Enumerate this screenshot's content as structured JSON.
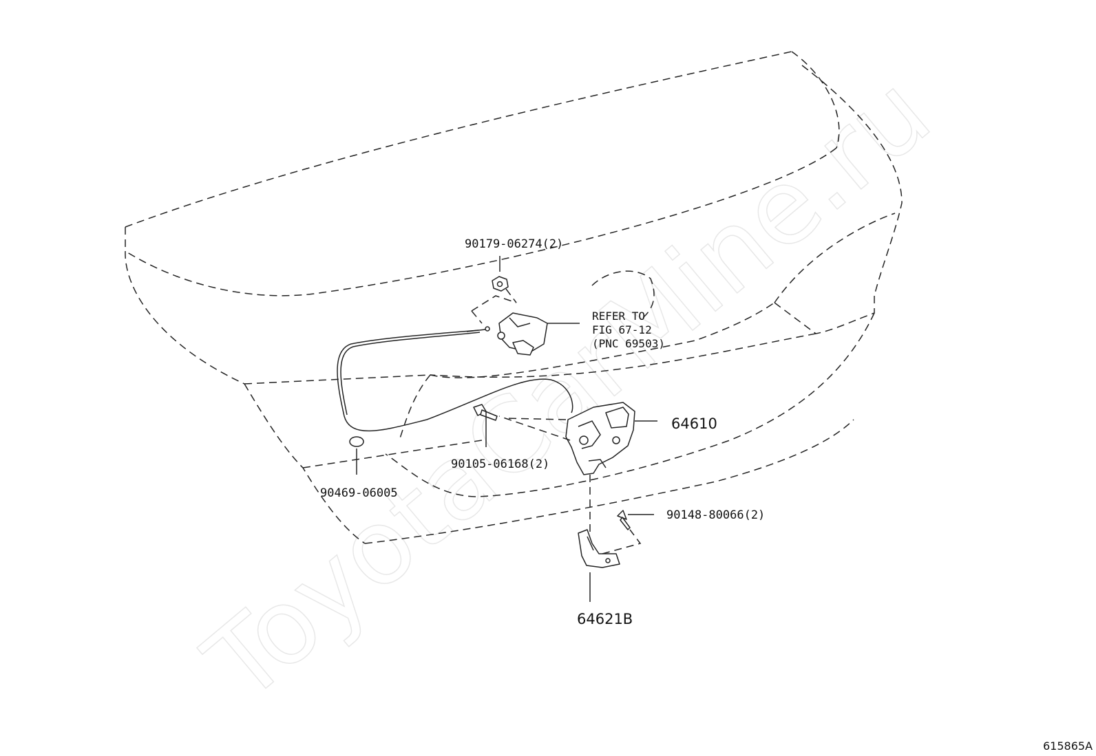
{
  "watermark": "ToyotaCarMine.ru",
  "figure_id": "615865A",
  "reference_note": {
    "lines": [
      "REFER TO",
      "FIG 67-12",
      "(PNC 69503)"
    ]
  },
  "parts": [
    {
      "number": "90179-06274(2)"
    },
    {
      "number": "64610"
    },
    {
      "number": "90105-06168(2)"
    },
    {
      "number": "90469-06005"
    },
    {
      "number": "90148-80066(2)"
    },
    {
      "number": "64621B"
    }
  ]
}
